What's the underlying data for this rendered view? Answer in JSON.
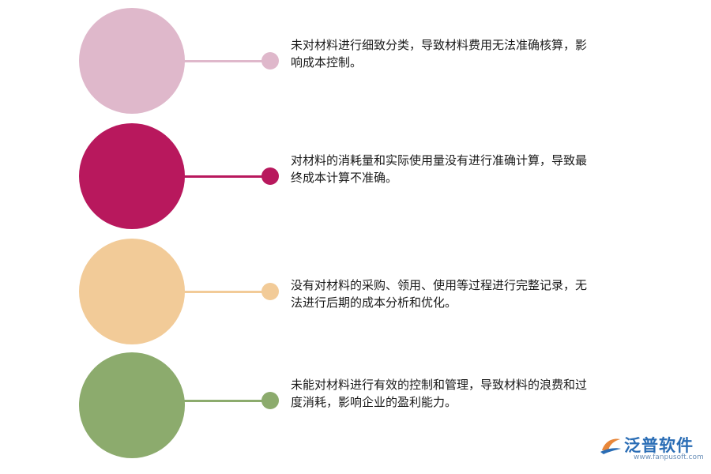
{
  "items": [
    {
      "text": "未对材料进行细致分类，导致材料费用无法准确核算，影响成本控制。",
      "color": "#dfb8cb"
    },
    {
      "text": "对材料的消耗量和实际使用量没有进行准确计算，导致最终成本计算不准确。",
      "color": "#b8185d"
    },
    {
      "text": "没有对材料的采购、领用、使用等过程进行完整记录，无法进行后期的成本分析和优化。",
      "color": "#f2cb98"
    },
    {
      "text": "未能对材料进行有效的控制和管理，导致材料的浪费和过度消耗，影响企业的盈利能力。",
      "color": "#8cab6d"
    }
  ],
  "logo": {
    "name": "泛普软件",
    "url": "www.fanpusoft.com"
  }
}
